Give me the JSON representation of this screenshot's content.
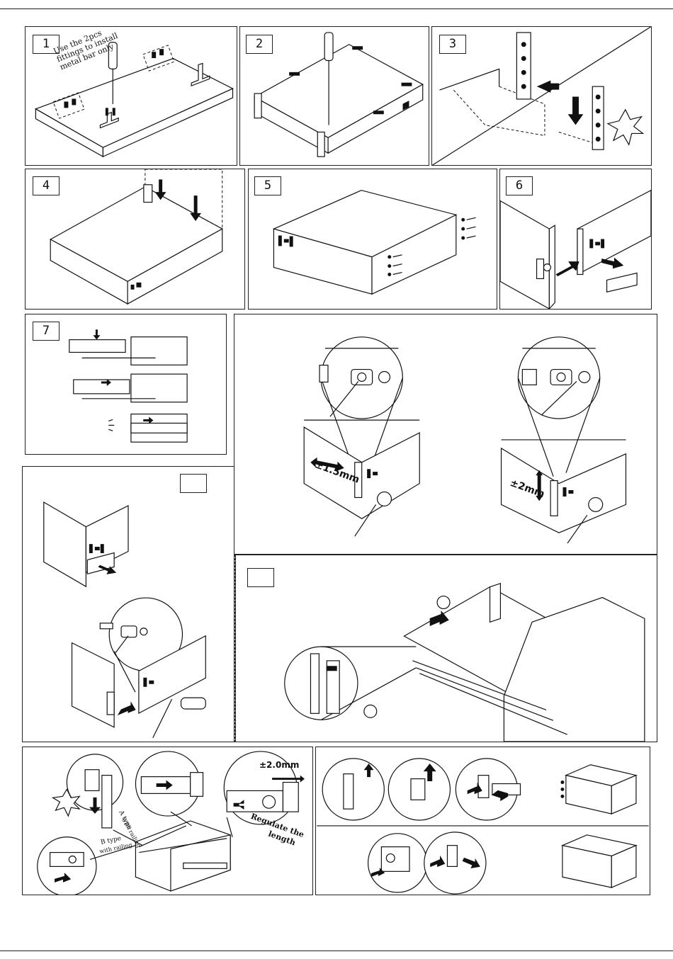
{
  "steps": {
    "s1": "1",
    "s2": "2",
    "s3": "3",
    "s4": "4",
    "s5": "5",
    "s6": "6",
    "s7": "7"
  },
  "notes": {
    "step1_line1": "Use the 2pcs",
    "step1_line2": "fittings to install",
    "step1_line3": "metal bar only"
  },
  "labels": {
    "side_adjust": "±1.5mm",
    "height_adjust": "±2mm",
    "length_adjust": "±2.0mm",
    "regulate": "Regulate the",
    "length": "length",
    "a_type": "A type",
    "with_railing_a": "with railing",
    "b_type": "B type",
    "with_railing_b": "with railing"
  },
  "colors": {
    "line": "#111111",
    "background": "#ffffff"
  }
}
